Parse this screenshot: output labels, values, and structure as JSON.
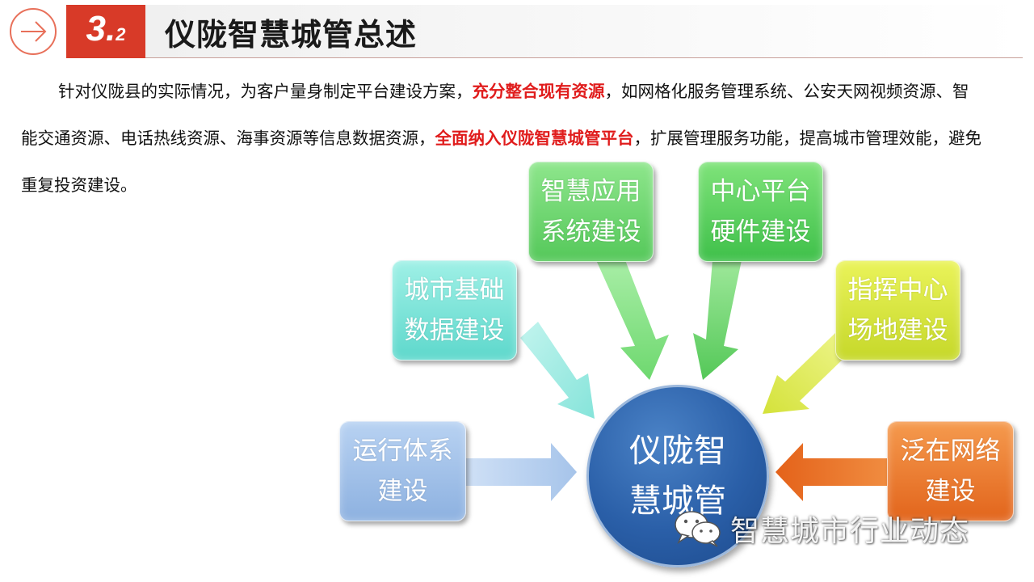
{
  "header": {
    "section_major": "3.",
    "section_minor": "2",
    "title": "仪陇智慧城管总述"
  },
  "intro": {
    "part1": "针对仪陇县的实际情况，为客户量身制定平台建设方案，",
    "highlight1": "充分整合现有资源",
    "part2": "，如网格化服务管理系统、公安天网视频资源、智能交通资源、电话热线资源、海事资源等信息数据资源，",
    "highlight2": "全面纳入仪陇智慧城管平台",
    "part3": "，扩展管理服务功能，提高城市管理效能，避免重复投资建设。"
  },
  "diagram": {
    "hub": {
      "line1": "仪陇智",
      "line2": "慧城管",
      "color": "#2a5fa8"
    },
    "nodes": {
      "app": {
        "line1": "智慧应用",
        "line2": "系统建设",
        "color": "#6ed86f"
      },
      "hw": {
        "line1": "中心平台",
        "line2": "硬件建设",
        "color": "#5acc5c"
      },
      "base": {
        "line1": "城市基础",
        "line2": "数据建设",
        "color": "#7fe4da"
      },
      "cmd": {
        "line1": "指挥中心",
        "line2": "场地建设",
        "color": "#d6e43c"
      },
      "ops": {
        "line1": "运行体系",
        "line2": "建设",
        "color": "#a3c2ea"
      },
      "net": {
        "line1": "泛在网络",
        "line2": "建设",
        "color": "#ec7a30"
      }
    }
  },
  "watermark": {
    "icon": "wechat-icon",
    "text": "智慧城市行业动态"
  },
  "colors": {
    "accent": "#d83a28",
    "highlight": "#e01c1c"
  }
}
